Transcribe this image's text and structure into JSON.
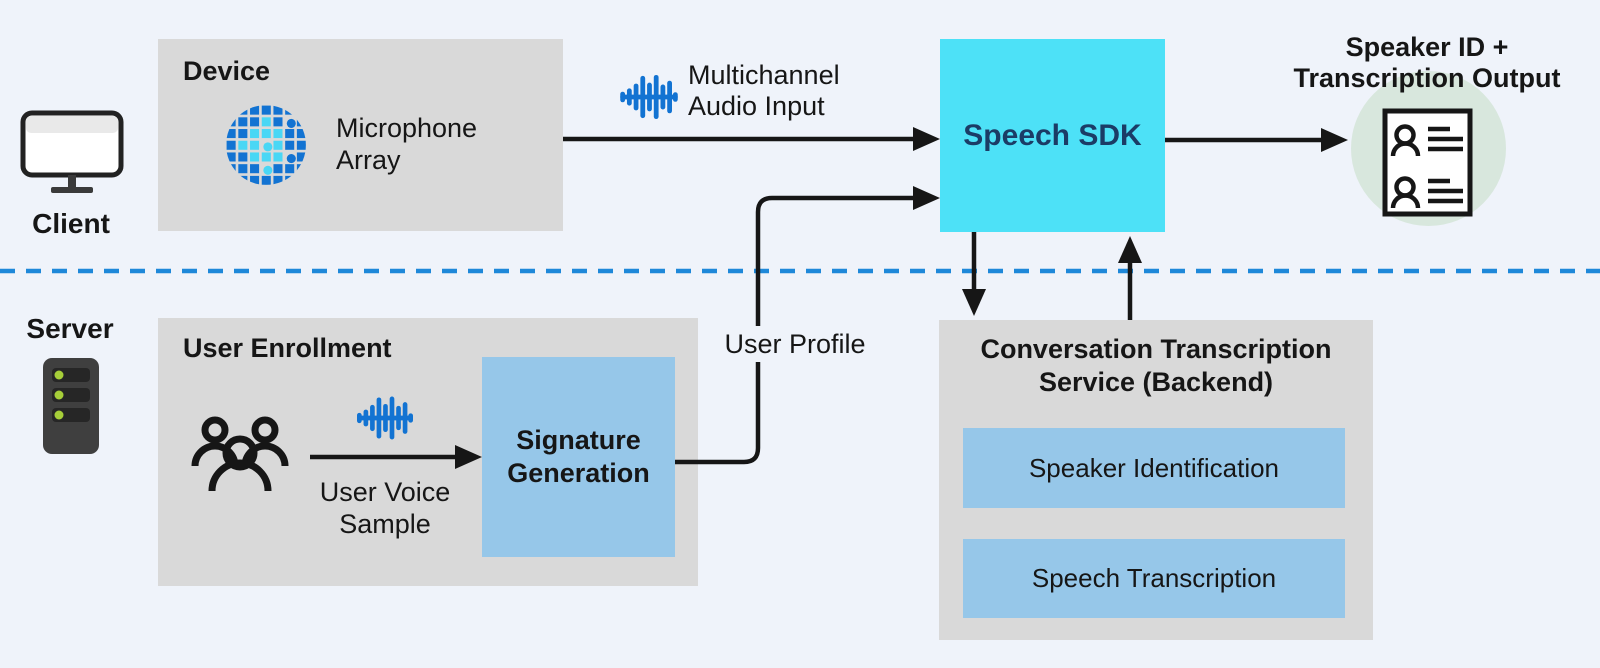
{
  "colors": {
    "background": "#eff3fa",
    "panel_gray": "#d9d9d9",
    "accent_cyan": "#4de1f7",
    "accent_blue": "#96c7e9",
    "navy_text": "#1b3c66",
    "divider_blue": "#1e88d9",
    "icon_blue": "#1273d2",
    "icon_cyan": "#49d7f5",
    "led_green": "#a6ce39",
    "circle_green": "#d8e7dd",
    "ink": "#161616"
  },
  "client": {
    "label": "Client"
  },
  "server": {
    "label": "Server"
  },
  "device": {
    "title": "Device",
    "microphone_label": "Microphone\nArray"
  },
  "multichannel_label": "Multichannel\nAudio Input",
  "speech_sdk": {
    "label": "Speech SDK"
  },
  "output": {
    "title": "Speaker ID +\nTranscription Output"
  },
  "user_profile_label": "User Profile",
  "enrollment": {
    "title": "User Enrollment",
    "voice_sample_label": "User Voice\nSample",
    "signature_label": "Signature\nGeneration"
  },
  "backend": {
    "title": "Conversation Transcription\nService (Backend)",
    "services": [
      {
        "label": "Speaker Identification"
      },
      {
        "label": "Speech Transcription"
      }
    ]
  }
}
